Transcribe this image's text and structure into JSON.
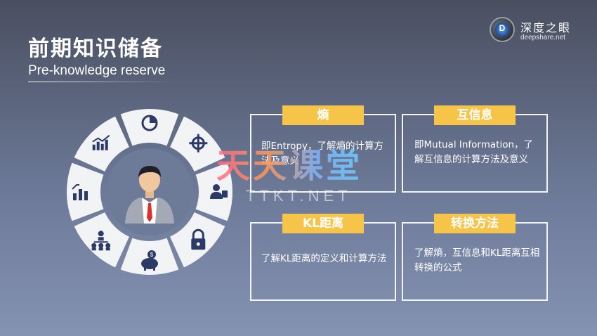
{
  "header": {
    "title_zh": "前期知识储备",
    "title_en": "Pre-knowledge reserve"
  },
  "brand": {
    "logo_letter": "D",
    "name": "深度之眼",
    "url": "deepshare.net"
  },
  "wheel": {
    "center": "businessman-icon",
    "segments": [
      "pie-chart-icon",
      "crosshair-icon",
      "user-presenter-icon",
      "padlock-icon",
      "piggy-bank-icon",
      "org-hierarchy-icon",
      "bar-growth-icon",
      "line-bar-chart-icon"
    ]
  },
  "cards": [
    {
      "tag": "熵",
      "text": "即Entropy，了解熵的计算方法及意义"
    },
    {
      "tag": "互信息",
      "text": "即Mutual Information，了解互信息的计算方法及意义"
    },
    {
      "tag": "KL距离",
      "text": "了解KL距离的定义和计算方法"
    },
    {
      "tag": "转换方法",
      "text": "了解熵，互信息和KL距离互相转换的公式"
    }
  ],
  "watermark": {
    "zh": "天天课堂",
    "en": "TTKT.NET"
  },
  "colors": {
    "accent": "#f7c44a",
    "wheel_segment": "#f2f3f5",
    "icon": "#2c3a68"
  }
}
